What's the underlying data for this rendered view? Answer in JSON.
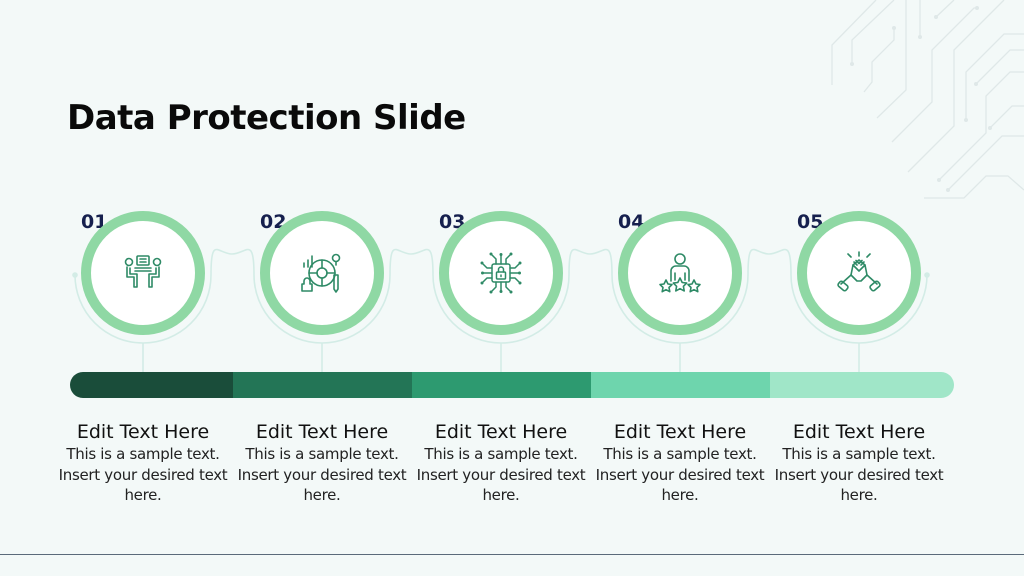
{
  "slide": {
    "title": "Data Protection Slide",
    "colors": {
      "background": "#f3f9f8",
      "ring": "#8fd8a4",
      "icon_stroke": "#2e8a66",
      "number": "#16204e",
      "connector": "#d3ece6"
    },
    "steps": [
      {
        "number": "01",
        "icon": "meeting-desk-icon",
        "heading": "Edit Text Here",
        "body": "This is a sample text. Insert your desired text here.",
        "bar_color": "#1a4d3a"
      },
      {
        "number": "02",
        "icon": "analytics-strategy-icon",
        "heading": "Edit Text Here",
        "body": "This is a sample text. Insert your desired text here.",
        "bar_color": "#237556"
      },
      {
        "number": "03",
        "icon": "chip-lock-icon",
        "heading": "Edit Text Here",
        "body": "This is a sample text. Insert your desired text here.",
        "bar_color": "#2d9a70"
      },
      {
        "number": "04",
        "icon": "person-rating-stars-icon",
        "heading": "Edit Text Here",
        "body": "This is a sample text. Insert your desired text here.",
        "bar_color": "#6ed5ad"
      },
      {
        "number": "05",
        "icon": "handshake-icon",
        "heading": "Edit Text Here",
        "body": "This is a sample text. Insert your desired text here.",
        "bar_color": "#a0e6c8"
      }
    ]
  }
}
